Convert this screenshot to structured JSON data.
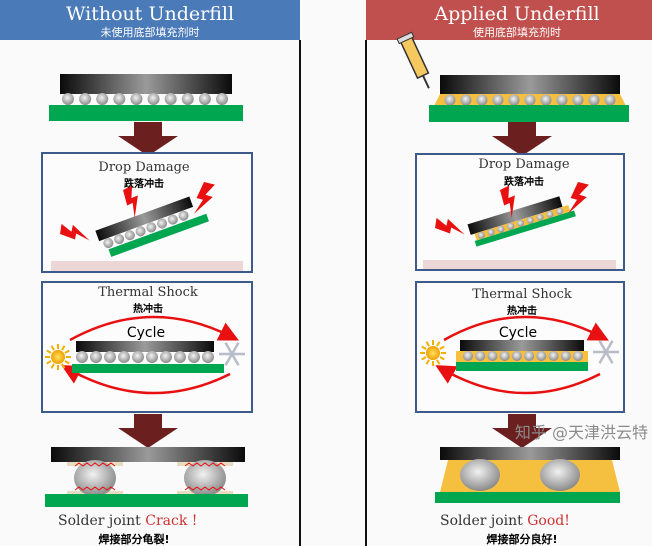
{
  "left": {
    "title": "Without Underfill",
    "subtitle": "未使用底部填充剂时",
    "header_color": "#4a7ab8",
    "drop_title": "Drop Damage",
    "drop_subtitle": "跌落冲击",
    "thermal_title": "Thermal Shock",
    "thermal_subtitle": "热冲击",
    "cycle_label": "Cycle",
    "result_prefix": "Solder joint ",
    "result_status": "Crack !",
    "result_cn": "焊接部分龟裂!"
  },
  "right": {
    "title": "Applied Underfill",
    "subtitle": "使用底部填充剂时",
    "header_color": "#c0504d",
    "drop_title": "Drop Damage",
    "drop_subtitle": "跌落冲击",
    "thermal_title": "Thermal Shock",
    "thermal_subtitle": "热冲击",
    "cycle_label": "Cycle",
    "result_prefix": "Solder joint ",
    "result_status": "Good!",
    "result_cn": "焊接部分良好!"
  },
  "watermark": "知乎 @天津洪云特",
  "colors": {
    "pcb": "#00a650",
    "underfill": "#f5c040",
    "arrow": "#6b1f1f",
    "box_border": "#3d5a8a",
    "lightning": "#e81010",
    "crack": "#e81010"
  }
}
